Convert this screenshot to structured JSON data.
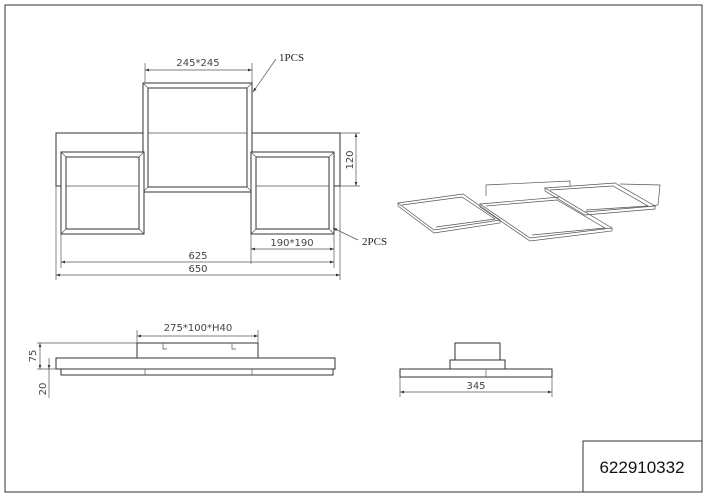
{
  "top_view": {
    "center_panel_size": "245*245",
    "center_panel_qty": "1PCS",
    "side_panel_size": "190*190",
    "side_panel_qty": "2PCS",
    "depth": "120",
    "inner_width": "625",
    "total_width": "650"
  },
  "side_view": {
    "canopy_size": "275*100*H40",
    "total_height": "75",
    "panel_height": "20"
  },
  "end_view": {
    "width": "345"
  },
  "title_block": {
    "article_number": "622910332"
  }
}
